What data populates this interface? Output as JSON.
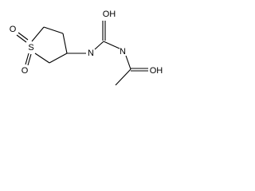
{
  "molecule": {
    "atoms": {
      "sulfur": "S",
      "oxygen_s_top": "O",
      "oxygen_s_bottom": "O",
      "nitrogen_ring_side": "N",
      "oxygen_urea": "OH",
      "nitrogen_acyl_side": "N",
      "oxygen_acetyl": "OH"
    }
  }
}
